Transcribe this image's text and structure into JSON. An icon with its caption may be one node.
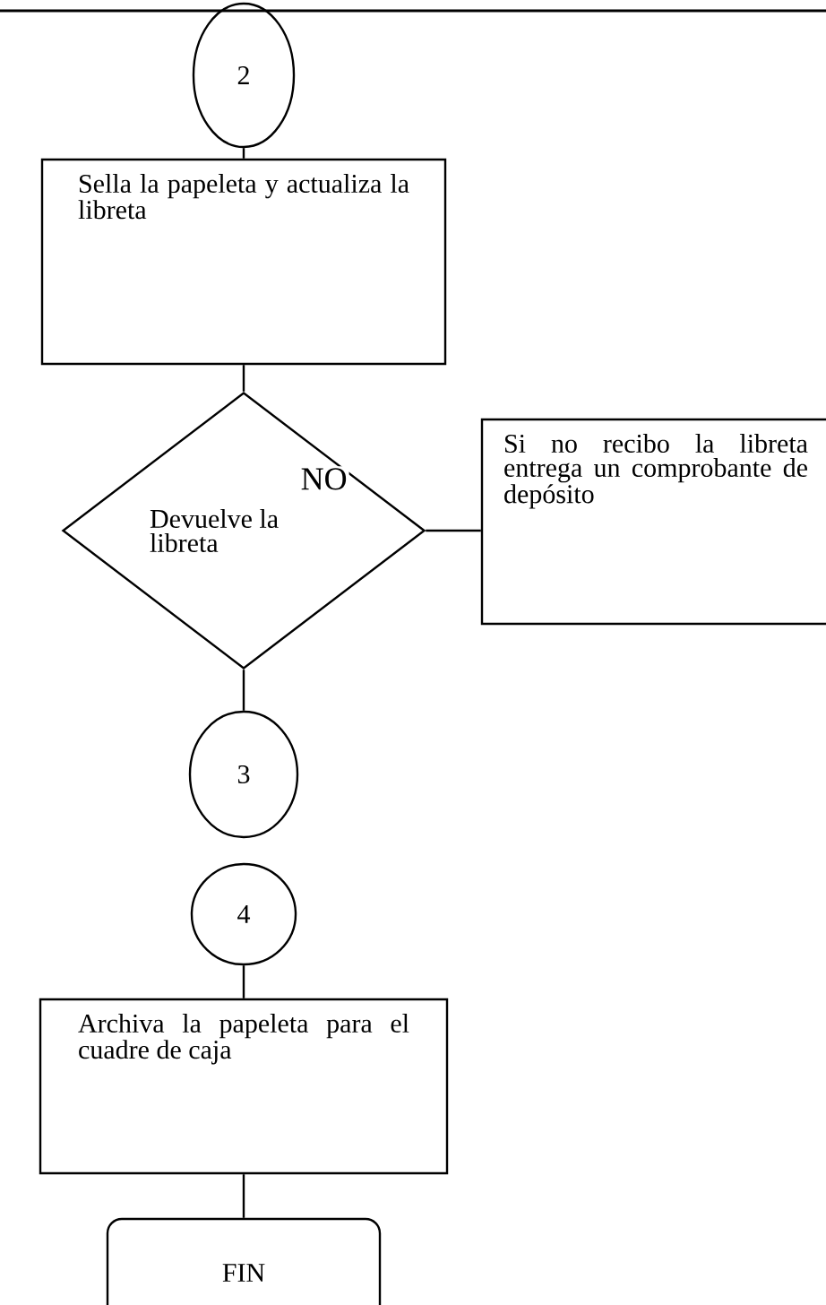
{
  "diagram": {
    "nodes": [
      {
        "text": [
          "2"
        ]
      },
      {
        "text": [
          "Sella la papeleta y actualiza la libreta"
        ]
      },
      {
        "text": [
          "Devuelve la libreta"
        ]
      },
      {
        "text": [
          "Si no recibo la libreta entrega un comprobante de depósito"
        ]
      },
      {
        "text": [
          "3"
        ]
      },
      {
        "text": [
          "4"
        ]
      },
      {
        "text": [
          "Archiva la papeleta para el cuadre de caja"
        ]
      },
      {
        "text": [
          "FIN"
        ]
      }
    ],
    "edges": [
      {
        "from": 0,
        "to": 1,
        "arrow": "none"
      },
      {
        "from": 1,
        "to": 2,
        "arrow": "none"
      },
      {
        "from": 2,
        "to": 3,
        "arrow": "none",
        "label": "NO"
      },
      {
        "from": 2,
        "to": 4,
        "arrow": "none"
      },
      {
        "from": 5,
        "to": 6,
        "arrow": "none"
      },
      {
        "from": 6,
        "to": 7,
        "arrow": "none"
      }
    ]
  }
}
